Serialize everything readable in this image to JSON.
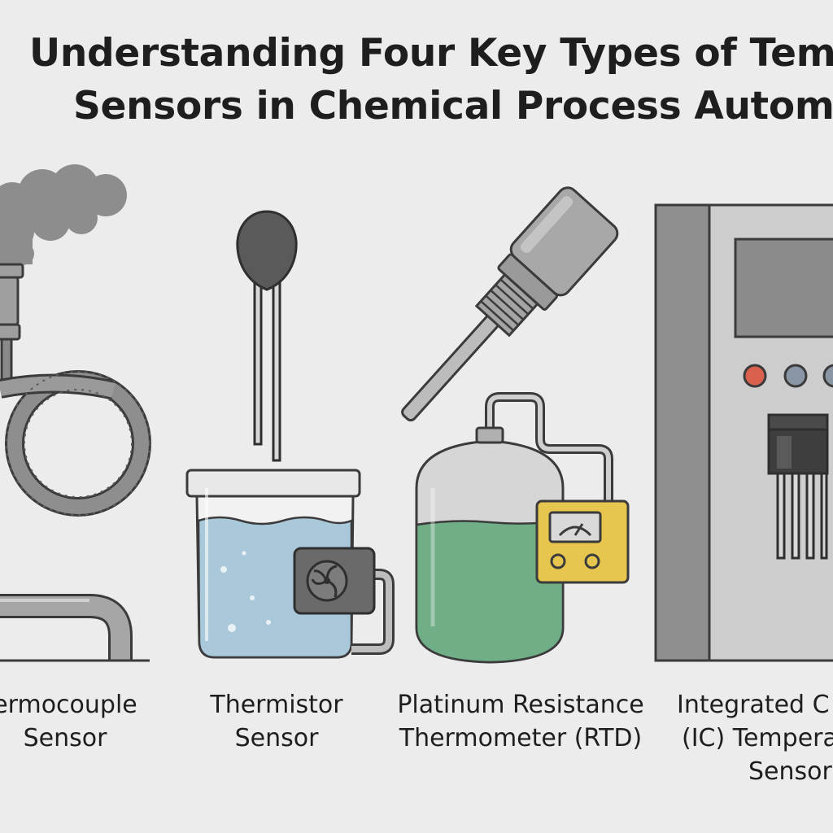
{
  "title": {
    "line1": "Understanding Four Key Types of Temper",
    "line2": "Sensors in Chemical Process Automatio"
  },
  "sensors": [
    {
      "id": "thermocouple",
      "label_lines": [
        "ermocouple",
        "Sensor"
      ]
    },
    {
      "id": "thermistor",
      "label_lines": [
        "Thermistor",
        "Sensor"
      ]
    },
    {
      "id": "rtd",
      "label_lines": [
        "Platinum Resistance",
        "Thermometer (RTD)"
      ]
    },
    {
      "id": "ic",
      "label_lines": [
        "Integrated C",
        "(IC) Tempera",
        "Sensor"
      ]
    }
  ],
  "colors": {
    "background": "#ececec",
    "outline": "#3b3b3b",
    "metal": "#9a9a9a",
    "liquid_blue": "#a9c8d9",
    "liquid_green": "#6fae86",
    "meter_yellow": "#e7c64f",
    "indicator_red": "#d9604d"
  }
}
